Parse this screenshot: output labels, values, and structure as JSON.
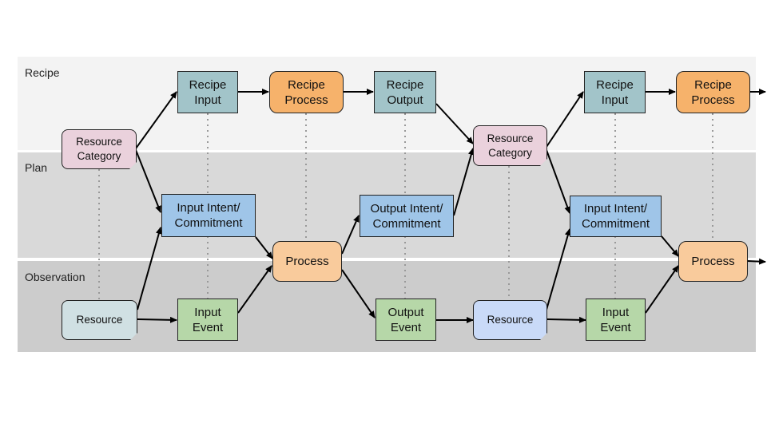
{
  "bands": {
    "recipe": {
      "label": "Recipe",
      "color": "#f3f3f3"
    },
    "plan": {
      "label": "Plan",
      "color": "#d9d9d9"
    },
    "observation": {
      "label": "Observation",
      "color": "#cccccc"
    }
  },
  "nodes": {
    "resource_category_1": {
      "label": "Resource\nCategory",
      "color": "#ead1dc"
    },
    "recipe_input_1": {
      "label": "Recipe\nInput",
      "color": "#a2c4c9"
    },
    "recipe_process_1": {
      "label": "Recipe\nProcess",
      "color": "#f6b26b"
    },
    "recipe_output": {
      "label": "Recipe\nOutput",
      "color": "#a2c4c9"
    },
    "input_intent_1": {
      "label": "Input Intent/\nCommitment",
      "color": "#9fc5e8"
    },
    "process_1": {
      "label": "Process",
      "color": "#f9cb9c"
    },
    "output_intent": {
      "label": "Output Intent/\nCommitment",
      "color": "#9fc5e8"
    },
    "resource_1": {
      "label": "Resource",
      "color": "#d0e0e3"
    },
    "input_event_1": {
      "label": "Input\nEvent",
      "color": "#b6d7a8"
    },
    "output_event": {
      "label": "Output\nEvent",
      "color": "#b6d7a8"
    },
    "resource_category_2": {
      "label": "Resource\nCategory",
      "color": "#ead1dc"
    },
    "recipe_input_2": {
      "label": "Recipe\nInput",
      "color": "#a2c4c9"
    },
    "recipe_process_2": {
      "label": "Recipe\nProcess",
      "color": "#f6b26b"
    },
    "input_intent_2": {
      "label": "Input Intent/\nCommitment",
      "color": "#9fc5e8"
    },
    "process_2": {
      "label": "Process",
      "color": "#f9cb9c"
    },
    "resource_2": {
      "label": "Resource",
      "color": "#c9daf8"
    },
    "input_event_2": {
      "label": "Input\nEvent",
      "color": "#b6d7a8"
    }
  },
  "colors": {
    "arrow": "#000000",
    "dotted": "#999999"
  }
}
